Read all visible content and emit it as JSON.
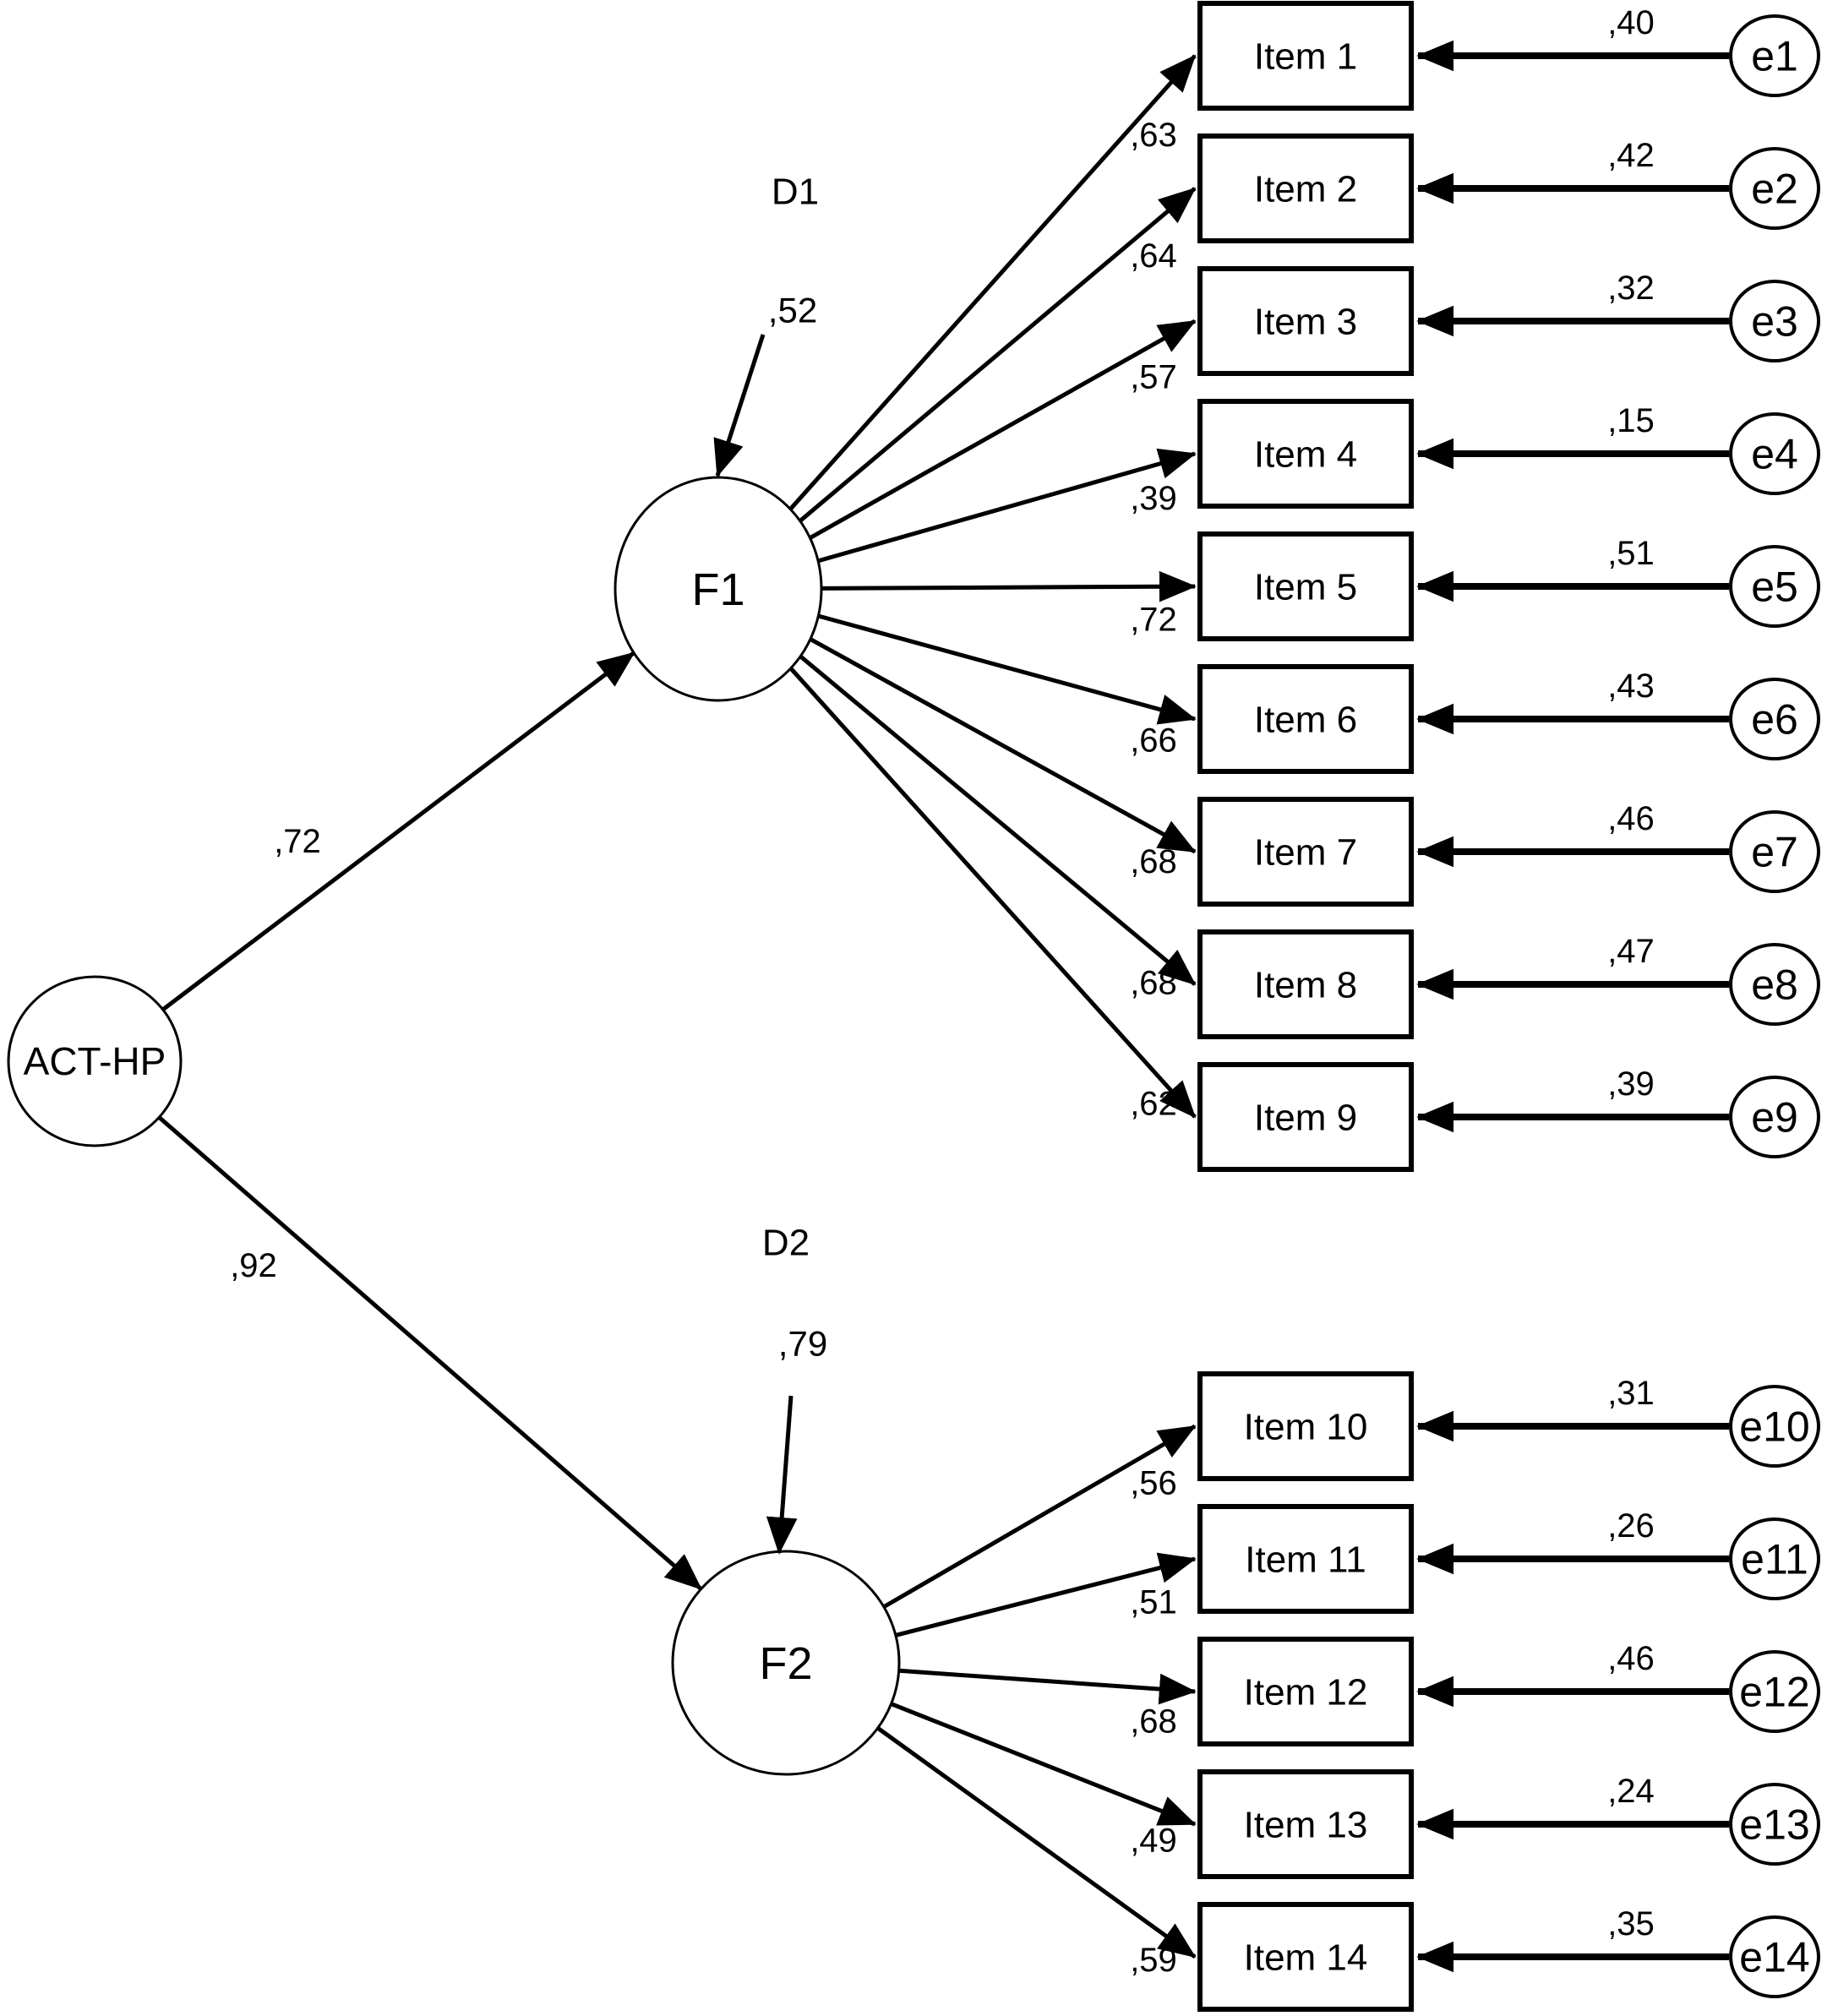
{
  "root": {
    "label": "ACT-HP"
  },
  "factors": [
    {
      "label": "F1",
      "path_coefficient": ",72",
      "disturbance_label": "D1",
      "disturbance_value": ",52",
      "items": [
        {
          "label": "Item 1",
          "loading": ",63",
          "error_label": "e1",
          "error_value": ",40"
        },
        {
          "label": "Item 2",
          "loading": ",64",
          "error_label": "e2",
          "error_value": ",42"
        },
        {
          "label": "Item 3",
          "loading": ",57",
          "error_label": "e3",
          "error_value": ",32"
        },
        {
          "label": "Item 4",
          "loading": ",39",
          "error_label": "e4",
          "error_value": ",15"
        },
        {
          "label": "Item 5",
          "loading": ",72",
          "error_label": "e5",
          "error_value": ",51"
        },
        {
          "label": "Item 6",
          "loading": ",66",
          "error_label": "e6",
          "error_value": ",43"
        },
        {
          "label": "Item 7",
          "loading": ",68",
          "error_label": "e7",
          "error_value": ",46"
        },
        {
          "label": "Item 8",
          "loading": ",68",
          "error_label": "e8",
          "error_value": ",47"
        },
        {
          "label": "Item 9",
          "loading": ",62",
          "error_label": "e9",
          "error_value": ",39"
        }
      ]
    },
    {
      "label": "F2",
      "path_coefficient": ",92",
      "disturbance_label": "D2",
      "disturbance_value": ",79",
      "items": [
        {
          "label": "Item 10",
          "loading": ",56",
          "error_label": "e10",
          "error_value": ",31"
        },
        {
          "label": "Item 11",
          "loading": ",51",
          "error_label": "e11",
          "error_value": ",26"
        },
        {
          "label": "Item 12",
          "loading": ",68",
          "error_label": "e12",
          "error_value": ",46"
        },
        {
          "label": "Item 13",
          "loading": ",49",
          "error_label": "e13",
          "error_value": ",24"
        },
        {
          "label": "Item 14",
          "loading": ",59",
          "error_label": "e14",
          "error_value": ",35"
        }
      ]
    }
  ],
  "colors": {
    "ink": "#000000",
    "background": "#ffffff"
  }
}
